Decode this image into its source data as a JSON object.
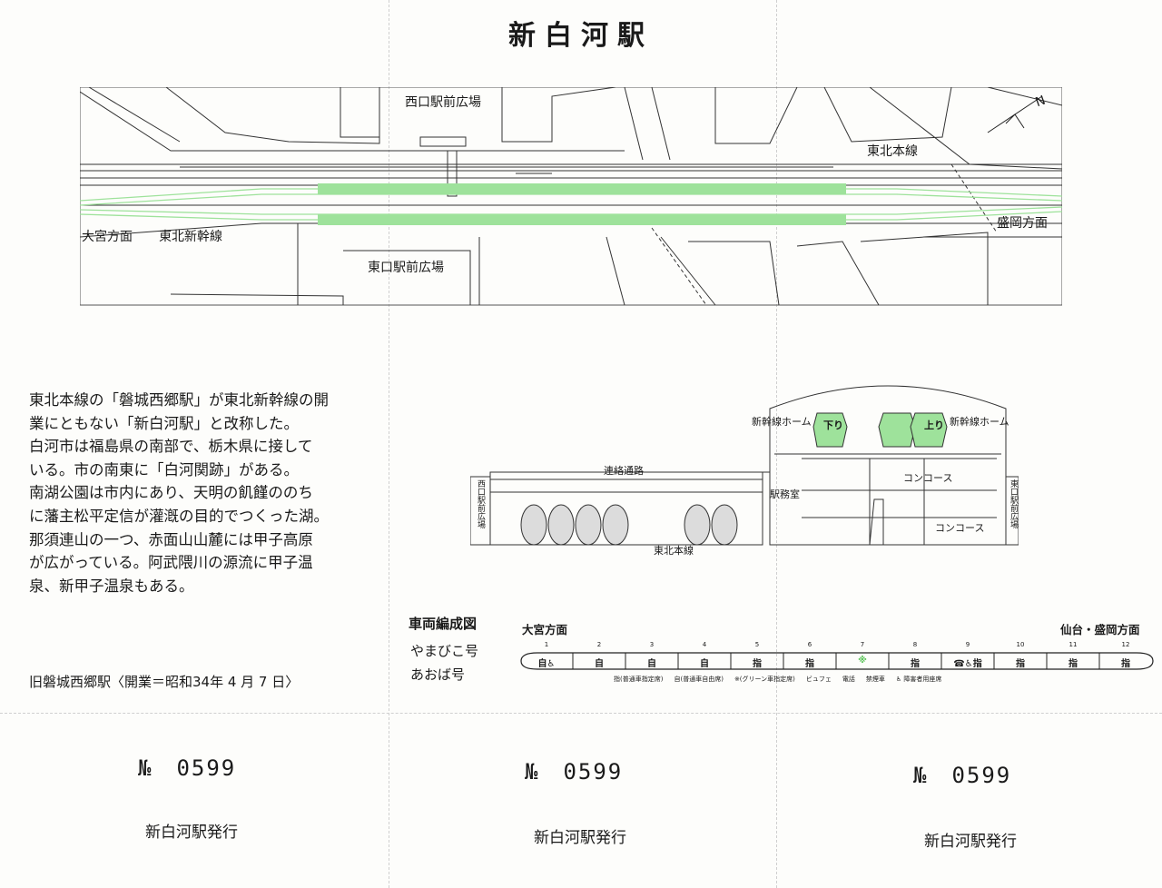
{
  "title": "新白河駅",
  "map": {
    "west_plaza": "西口駅前広場",
    "east_plaza": "東口駅前広場",
    "tohoku_main_line": "東北本線",
    "shinkansen_line": "東北新幹線",
    "direction_omiya": "大宮方面",
    "direction_morioka": "盛岡方面",
    "north_mark": "N",
    "colors": {
      "platform": "#9ee29b",
      "line": "#222222"
    }
  },
  "description": [
    "東北本線の「磐城西郷駅」が東北新幹線の開",
    "業にともない「新白河駅」と改称した。",
    "白河市は福島県の南部で、栃木県に接して",
    "いる。市の南東に「白河関跡」がある。",
    "南湖公園は市内にあり、天明の飢饉ののち",
    "に藩主松平定信が灌漑の目的でつくった湖。",
    "那須連山の一つ、赤面山山麓には甲子高原",
    "が広がっている。阿武隈川の源流に甲子温",
    "泉、新甲子温泉もある。"
  ],
  "old_station": "旧磐城西郷駅〈開業＝昭和34年 4 月 7 日〉",
  "section": {
    "connecting_passage": "連絡通路",
    "shinkansen_home_left": "新幹線ホーム",
    "shinkansen_home_right": "新幹線ホーム",
    "down": "下り",
    "up": "上り",
    "station_office": "駅務室",
    "concourse_upper": "コンコース",
    "concourse_lower": "コンコース",
    "main_line": "東北本線",
    "west_entrance": "西口駅前広場",
    "east_entrance": "東口駅前広場"
  },
  "composition": {
    "title": "車両編成図",
    "trains": [
      "やまびこ号",
      "あおば号"
    ],
    "dir_left": "大宮方面",
    "dir_right": "仙台・盛岡方面",
    "cars": [
      {
        "num": "1",
        "mark": "自♿"
      },
      {
        "num": "2",
        "mark": "自"
      },
      {
        "num": "3",
        "mark": "自"
      },
      {
        "num": "4",
        "mark": "自"
      },
      {
        "num": "5",
        "mark": "指"
      },
      {
        "num": "6",
        "mark": "指"
      },
      {
        "num": "7",
        "mark": "※"
      },
      {
        "num": "8",
        "mark": "指"
      },
      {
        "num": "9",
        "mark": "☎♿指"
      },
      {
        "num": "10",
        "mark": "指"
      },
      {
        "num": "11",
        "mark": "指"
      },
      {
        "num": "12",
        "mark": "指"
      }
    ],
    "legend": [
      "指(普通車指定席)",
      "自(普通車自由席)",
      "※(グリーン車指定席)",
      "ビュフェ",
      "電話",
      "禁煙車",
      "♿ 障害者用座席"
    ]
  },
  "tickets": [
    {
      "no": "№　0599",
      "issuer": "新白河駅発行"
    },
    {
      "no": "№　0599",
      "issuer": "新白河駅発行"
    },
    {
      "no": "№　0599",
      "issuer": "新白河駅発行"
    }
  ]
}
